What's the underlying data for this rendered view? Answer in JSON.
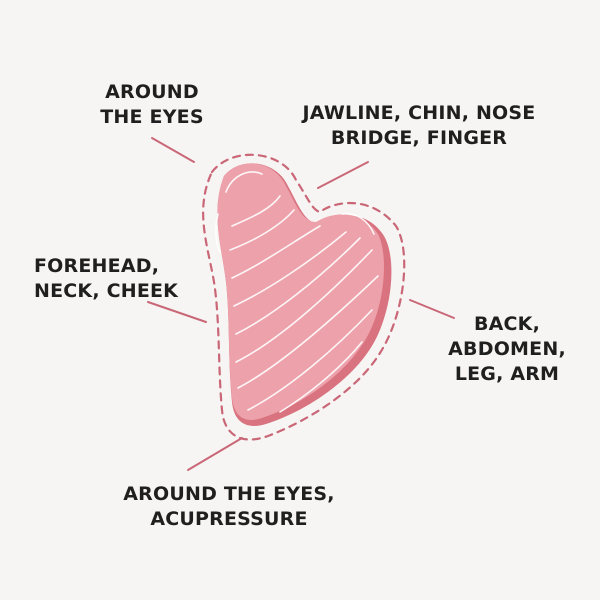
{
  "labels": {
    "around_eyes": [
      "AROUND",
      "THE EYES"
    ],
    "jawline": [
      "JAWLINE, CHIN, NOSE",
      "BRIDGE, FINGER"
    ],
    "forehead": [
      "FOREHEAD,",
      "NECK, CHEEK"
    ],
    "back": [
      "BACK,",
      "ABDOMEN,",
      "LEG, ARM"
    ],
    "bottom": [
      "AROUND THE EYES,",
      "ACUPRESSURE"
    ]
  },
  "colors": {
    "background": "#f7f5f3",
    "stone_fill": "#eda1ab",
    "stone_shadow": "#d8737f",
    "dash_outline": "#c96777",
    "leader_line": "#c96777",
    "text": "#1f1f1f"
  }
}
